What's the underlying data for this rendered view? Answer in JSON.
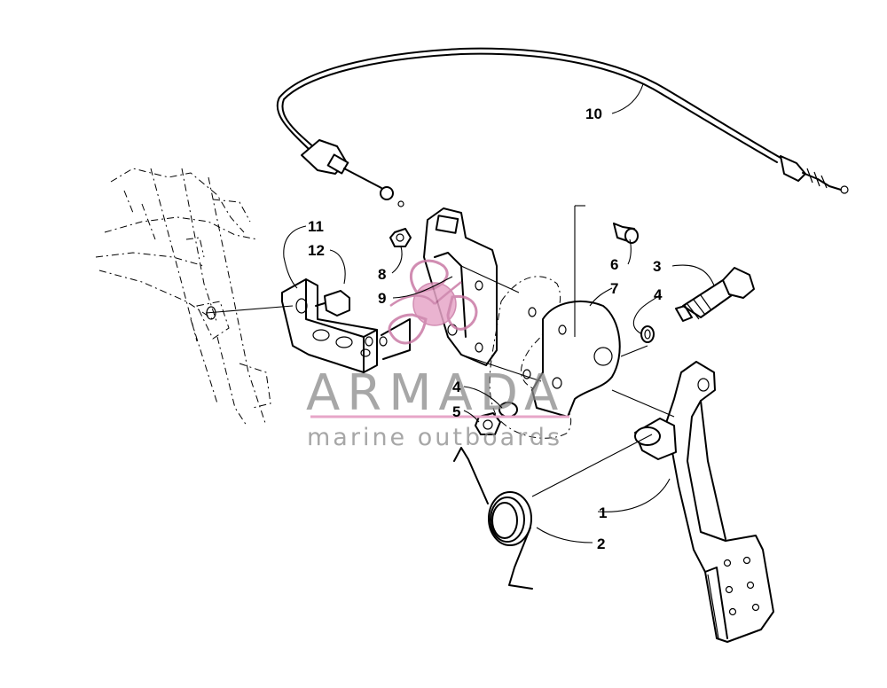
{
  "diagram": {
    "callouts": [
      {
        "id": "c1",
        "label": "1"
      },
      {
        "id": "c2",
        "label": "2"
      },
      {
        "id": "c3",
        "label": "3"
      },
      {
        "id": "c4a",
        "label": "4"
      },
      {
        "id": "c4b",
        "label": "4"
      },
      {
        "id": "c5",
        "label": "5"
      },
      {
        "id": "c6",
        "label": "6"
      },
      {
        "id": "c7",
        "label": "7"
      },
      {
        "id": "c8",
        "label": "8"
      },
      {
        "id": "c9",
        "label": "9"
      },
      {
        "id": "c10",
        "label": "10"
      },
      {
        "id": "c11",
        "label": "11"
      },
      {
        "id": "c12",
        "label": "12"
      }
    ]
  },
  "watermark": {
    "title": "ARMADA",
    "subtitle": "marine outboards",
    "accent_color": "#e7a6c8",
    "text_color": "#8a8a8a"
  }
}
